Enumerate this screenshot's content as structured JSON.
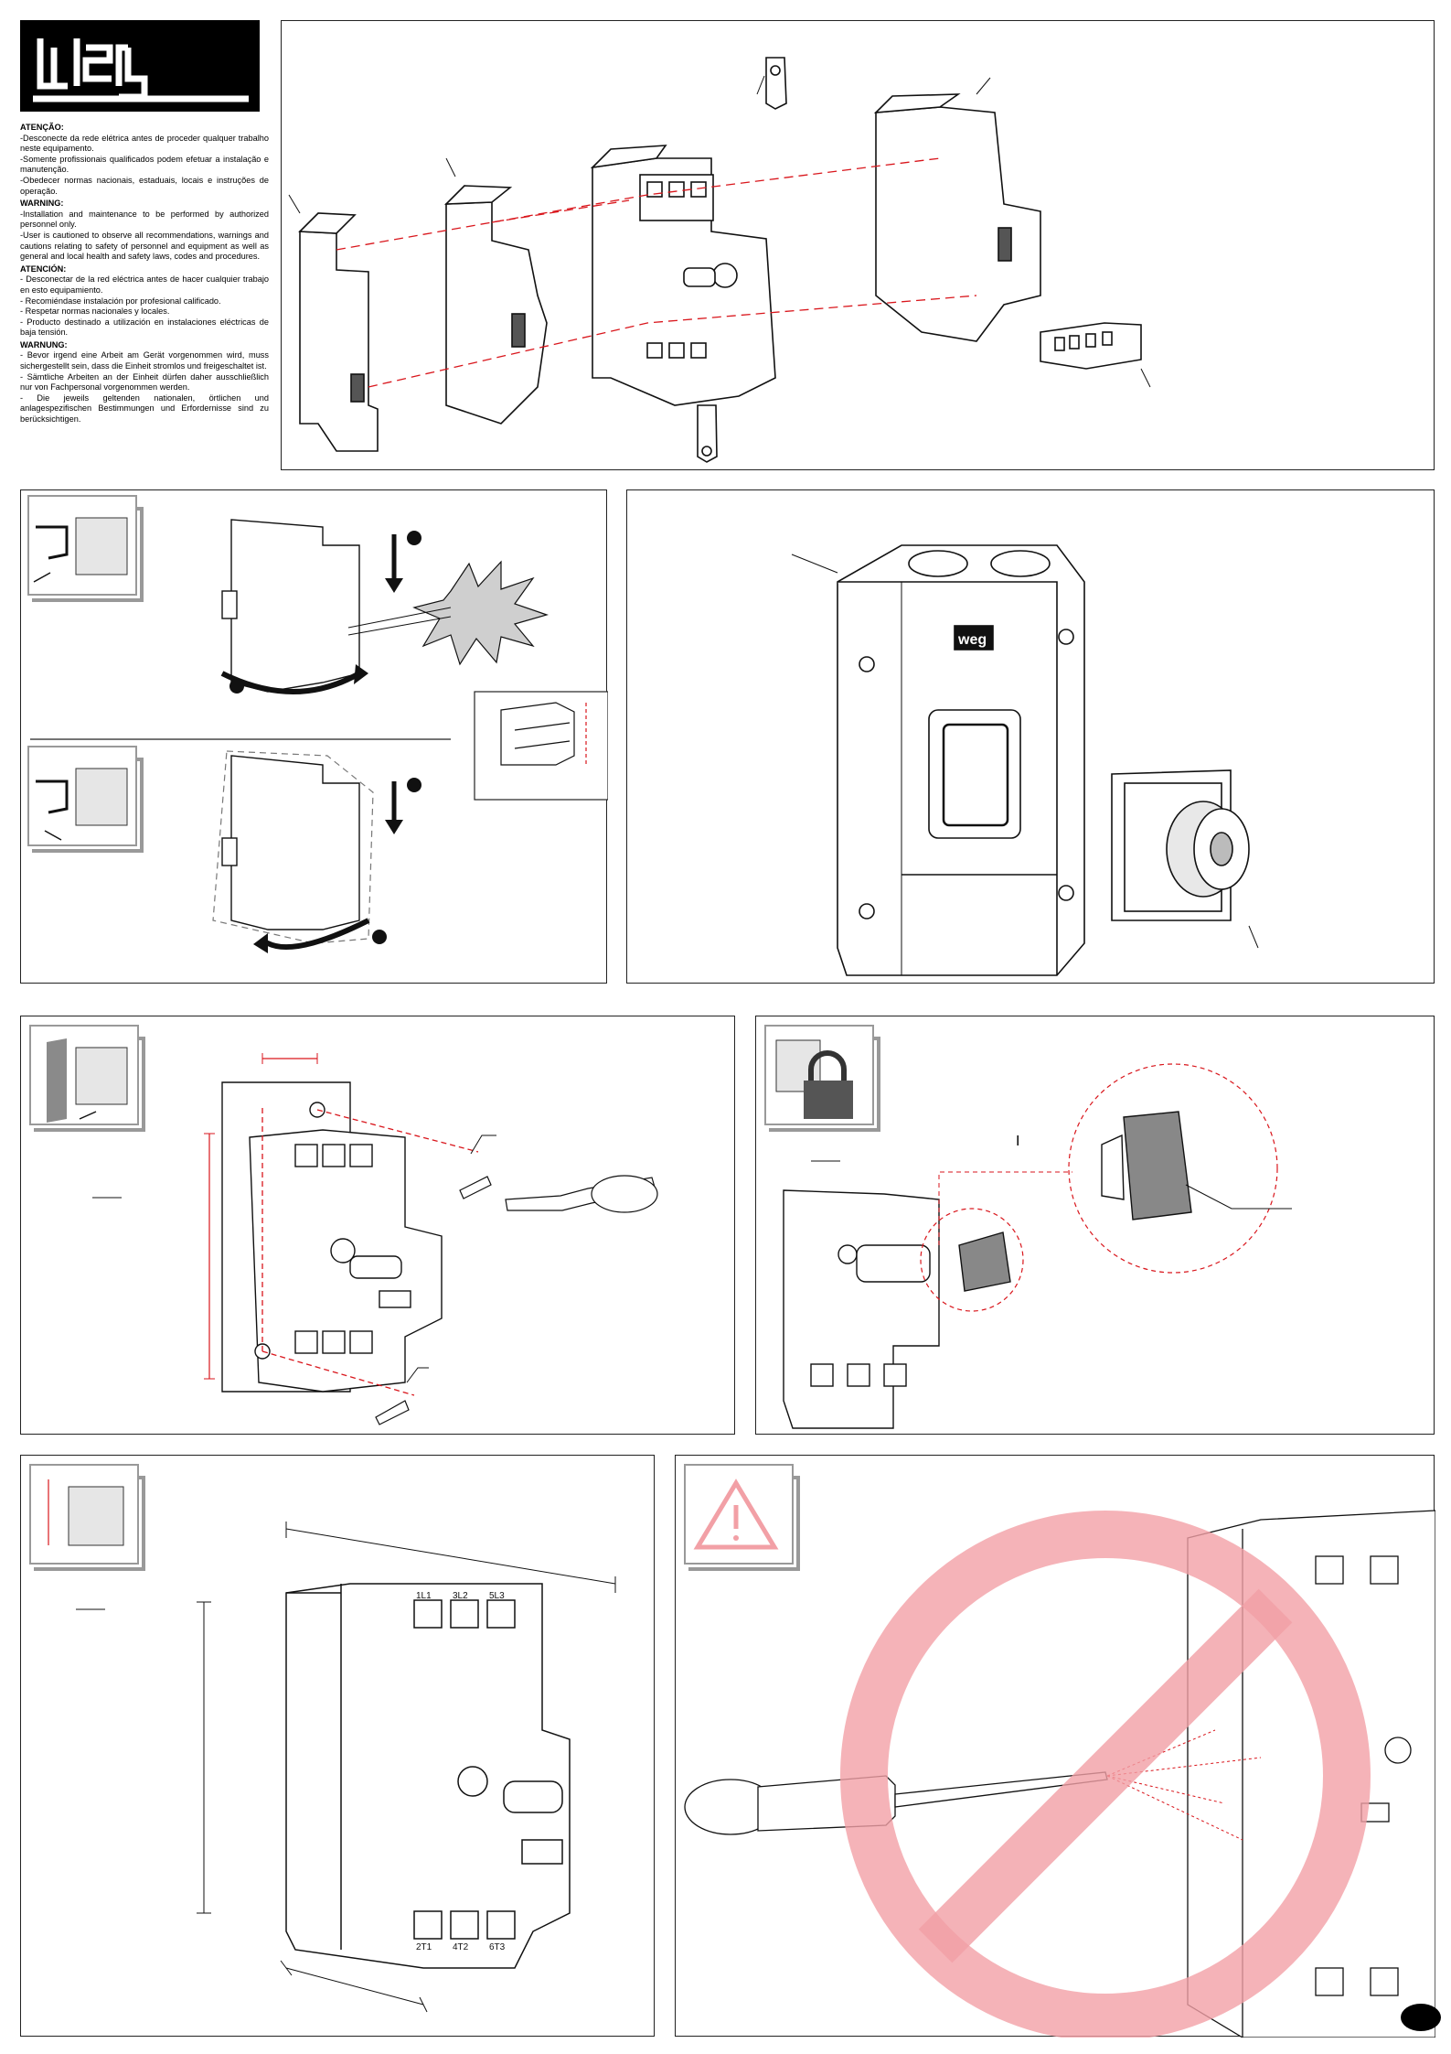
{
  "brand": {
    "logo_text": "weg"
  },
  "warnings": [
    {
      "heading": "ATENÇÃO:",
      "lines": [
        "-Desconecte da rede elétrica antes de proceder qualquer trabalho neste equipamento.",
        "-Somente profissionais qualificados podem efetuar a instalação e manutenção.",
        "-Obedecer normas nacionais, estaduais, locais e instruções de operação."
      ]
    },
    {
      "heading": "WARNING:",
      "lines": [
        "-Installation and maintenance to be performed by authorized personnel only.",
        "-User is cautioned to observe all recommendations, warnings and cautions relating to safety of personnel and equipment as well as general and local health and safety laws, codes and procedures."
      ]
    },
    {
      "heading": "ATENCIÓN:",
      "lines": [
        "- Desconectar de la red eléctrica antes de hacer cualquier trabajo en esto equipamiento.",
        "- Recomiéndase instalación por profesional calificado.",
        "- Respetar normas nacionales y locales.",
        "- Producto destinado a utilización en instalaciones eléctricas de baja tensión."
      ]
    },
    {
      "heading": "WARNUNG:",
      "lines": [
        "- Bevor irgend eine Arbeit am Gerät vorgenommen wird, muss sichergestellt sein, dass die Einheit stromlos und freigeschaltet ist.",
        "- Sämtliche Arbeiten an der Einheit dürfen daher ausschließlich nur von Fachpersonal vorgenommen werden.",
        "- Die jeweils geltenden nationalen, örtlichen und anlagespezifischen Bestimmungen und Erfordernisse sind zu berücksichtigen."
      ]
    }
  ],
  "device_marks": {
    "switch_on": "I",
    "terminals_top": [
      "1L1",
      "3L2",
      "5L3"
    ],
    "terminals_bottom": [
      "2T1",
      "4T2",
      "6T3"
    ],
    "enclosure_logo": "weg"
  },
  "colors": {
    "danger_red": "#f2a0a6",
    "dimension_red": "#d9161c",
    "gray_panel": "#8a8a8a"
  },
  "icons": [
    "din-rail-mount-icon",
    "din-rail-remove-icon",
    "wall-mount-icon",
    "padlock-icon",
    "dimensions-icon",
    "warning-triangle-icon",
    "prohibited-icon"
  ]
}
